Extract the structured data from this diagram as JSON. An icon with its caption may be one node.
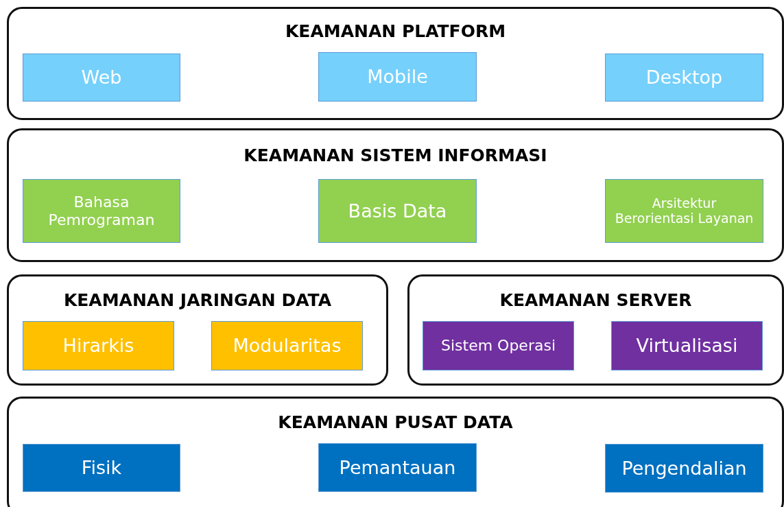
{
  "diagram": {
    "nodes": [
      {
        "text": [
          "KEAMANAN PLATFORM"
        ]
      },
      {
        "text": [
          "Web"
        ],
        "in": 0
      },
      {
        "text": [
          "Mobile"
        ],
        "in": 0
      },
      {
        "text": [
          "Desktop"
        ],
        "in": 0
      },
      {
        "text": [
          "KEAMANAN SISTEM INFORMASI"
        ]
      },
      {
        "text": [
          "Bahasa Pemrograman"
        ],
        "in": 4
      },
      {
        "text": [
          "Basis Data"
        ],
        "in": 4
      },
      {
        "text": [
          "Arsitektur Berorientasi Layanan"
        ],
        "in": 4
      },
      {
        "text": [
          "KEAMANAN JARINGAN DATA"
        ]
      },
      {
        "text": [
          "Hirarkis"
        ],
        "in": 8
      },
      {
        "text": [
          "Modularitas"
        ],
        "in": 8
      },
      {
        "text": [
          "KEAMANAN SERVER"
        ]
      },
      {
        "text": [
          "Sistem Operasi"
        ],
        "in": 11
      },
      {
        "text": [
          "Virtualisasi"
        ],
        "in": 11
      },
      {
        "text": [
          "KEAMANAN PUSAT DATA"
        ]
      },
      {
        "text": [
          "Fisik"
        ],
        "in": 14
      },
      {
        "text": [
          "Pemantauan"
        ],
        "in": 14
      },
      {
        "text": [
          "Pengendalian"
        ],
        "in": 14
      }
    ]
  }
}
